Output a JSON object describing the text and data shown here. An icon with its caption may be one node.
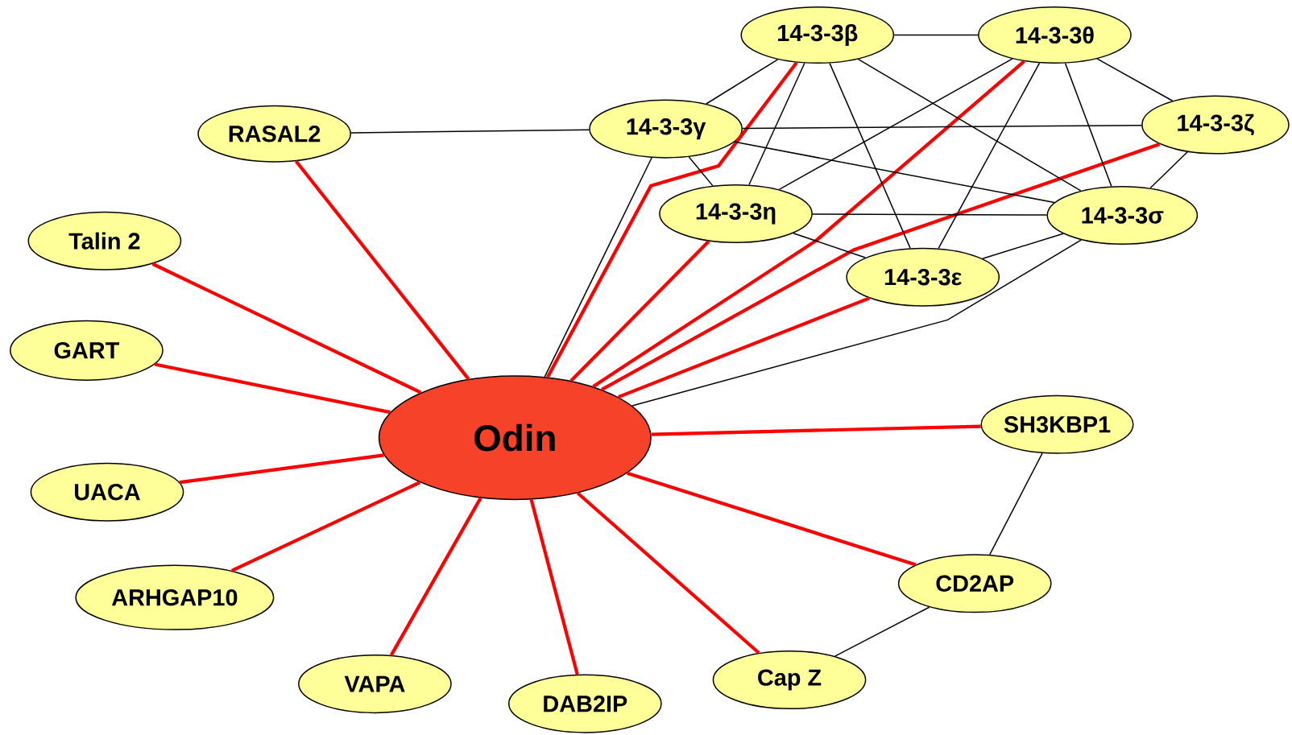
{
  "diagram": {
    "nodes": [
      {
        "text": [
          "Odin"
        ]
      },
      {
        "text": [
          "14-3-3β"
        ]
      },
      {
        "text": [
          "14-3-3θ"
        ]
      },
      {
        "text": [
          "RASAL2"
        ]
      },
      {
        "text": [
          "14-3-3γ"
        ]
      },
      {
        "text": [
          "14-3-3ζ"
        ]
      },
      {
        "text": [
          "Talin 2"
        ]
      },
      {
        "text": [
          "14-3-3η"
        ]
      },
      {
        "text": [
          "14-3-3σ"
        ]
      },
      {
        "text": [
          "14-3-3ε"
        ]
      },
      {
        "text": [
          "GART"
        ]
      },
      {
        "text": [
          "SH3KBP1"
        ]
      },
      {
        "text": [
          "UACA"
        ]
      },
      {
        "text": [
          "ARHGAP10"
        ]
      },
      {
        "text": [
          "CD2AP"
        ]
      },
      {
        "text": [
          "VAPA"
        ]
      },
      {
        "text": [
          "Cap Z"
        ]
      },
      {
        "text": [
          "DAB2IP"
        ]
      }
    ],
    "edges": [
      {
        "from": 0,
        "to": 3,
        "arrow": "none",
        "style": "thick",
        "color": "#ff0000"
      },
      {
        "from": 0,
        "to": 6,
        "arrow": "none",
        "style": "thick",
        "color": "#ff0000"
      },
      {
        "from": 0,
        "to": 10,
        "arrow": "none",
        "style": "thick",
        "color": "#ff0000"
      },
      {
        "from": 0,
        "to": 12,
        "arrow": "none",
        "style": "thick",
        "color": "#ff0000"
      },
      {
        "from": 0,
        "to": 13,
        "arrow": "none",
        "style": "thick",
        "color": "#ff0000"
      },
      {
        "from": 0,
        "to": 15,
        "arrow": "none",
        "style": "thick",
        "color": "#ff0000"
      },
      {
        "from": 0,
        "to": 17,
        "arrow": "none",
        "style": "thick",
        "color": "#ff0000"
      },
      {
        "from": 0,
        "to": 16,
        "arrow": "none",
        "style": "thick",
        "color": "#ff0000"
      },
      {
        "from": 0,
        "to": 14,
        "arrow": "none",
        "style": "thick",
        "color": "#ff0000"
      },
      {
        "from": 0,
        "to": 11,
        "arrow": "none",
        "style": "thick",
        "color": "#ff0000"
      },
      {
        "from": 0,
        "to": 9,
        "arrow": "none",
        "style": "thick",
        "color": "#ff0000"
      },
      {
        "from": 0,
        "to": 5,
        "arrow": "none",
        "style": "thick",
        "color": "#ff0000"
      },
      {
        "from": 0,
        "to": 2,
        "arrow": "none",
        "style": "thick",
        "color": "#ff0000"
      },
      {
        "from": 0,
        "to": 7,
        "arrow": "none",
        "style": "thick",
        "color": "#ff0000"
      },
      {
        "from": 0,
        "to": 1,
        "arrow": "none",
        "style": "thick",
        "color": "#ff0000"
      },
      {
        "from": 0,
        "to": 4,
        "arrow": "none"
      },
      {
        "from": 0,
        "to": 8,
        "arrow": "none"
      },
      {
        "from": 3,
        "to": 4,
        "arrow": "none"
      },
      {
        "from": 1,
        "to": 2,
        "arrow": "none"
      },
      {
        "from": 1,
        "to": 4,
        "arrow": "none"
      },
      {
        "from": 1,
        "to": 7,
        "arrow": "none"
      },
      {
        "from": 1,
        "to": 9,
        "arrow": "none"
      },
      {
        "from": 1,
        "to": 8,
        "arrow": "none"
      },
      {
        "from": 2,
        "to": 5,
        "arrow": "none"
      },
      {
        "from": 2,
        "to": 7,
        "arrow": "none"
      },
      {
        "from": 2,
        "to": 9,
        "arrow": "none"
      },
      {
        "from": 2,
        "to": 8,
        "arrow": "none"
      },
      {
        "from": 4,
        "to": 5,
        "arrow": "none"
      },
      {
        "from": 4,
        "to": 8,
        "arrow": "none"
      },
      {
        "from": 4,
        "to": 7,
        "arrow": "none"
      },
      {
        "from": 7,
        "to": 8,
        "arrow": "none"
      },
      {
        "from": 7,
        "to": 9,
        "arrow": "none"
      },
      {
        "from": 9,
        "to": 8,
        "arrow": "none"
      },
      {
        "from": 5,
        "to": 8,
        "arrow": "none"
      },
      {
        "from": 11,
        "to": 14,
        "arrow": "none"
      },
      {
        "from": 14,
        "to": 16,
        "arrow": "none"
      }
    ]
  }
}
